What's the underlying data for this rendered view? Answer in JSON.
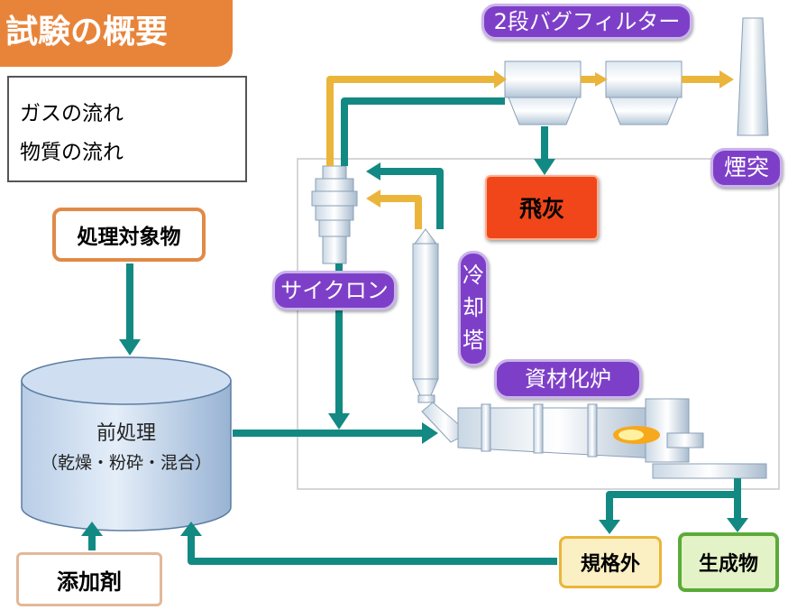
{
  "title": "試験の概要",
  "legend": {
    "gas_flow": "ガスの流れ",
    "material_flow": "物質の流れ"
  },
  "labels": {
    "bag_filter": "2段バグフィルター",
    "chimney": "煙突",
    "fly_ash": "飛灰",
    "target_material": "処理対象物",
    "cyclone": "サイクロン",
    "cooling_tower_1": "冷",
    "cooling_tower_2": "却",
    "cooling_tower_3": "塔",
    "kiln": "資材化炉",
    "pretreatment_title": "前処理",
    "pretreatment_detail": "（乾燥・粉砕・混合）",
    "additive": "添加剤",
    "off_spec": "規格外",
    "product": "生成物"
  },
  "colors": {
    "gas_flow": "#eab53a",
    "material_flow": "#138983",
    "title_bg": "#e8843a",
    "label_pill": "#7e3fc8",
    "fly_ash_box": "#f0461a",
    "product_box": "#e4f2c8",
    "off_spec_box": "#fbefc4"
  }
}
